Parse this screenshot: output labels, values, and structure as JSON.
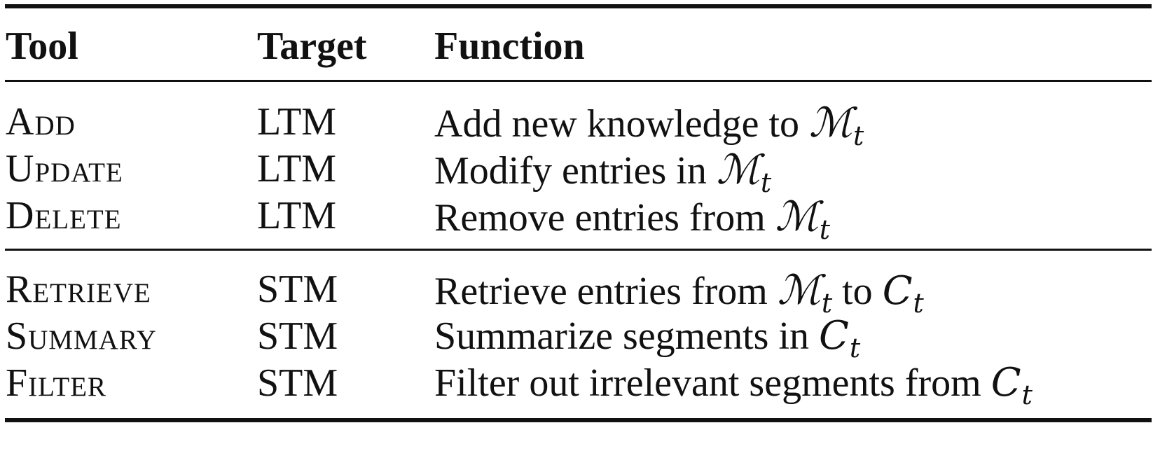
{
  "table": {
    "headers": {
      "tool": "Tool",
      "target": "Target",
      "function": "Function"
    },
    "groups": [
      {
        "rows": [
          {
            "tool": "Add",
            "target": "LTM",
            "function_text": "Add new knowledge to ",
            "math": [
              {
                "symbol": "M",
                "sub": "t"
              }
            ]
          },
          {
            "tool": "Update",
            "target": "LTM",
            "function_text": "Modify entries in ",
            "math": [
              {
                "symbol": "M",
                "sub": "t"
              }
            ]
          },
          {
            "tool": "Delete",
            "target": "LTM",
            "function_text": "Remove entries from ",
            "math": [
              {
                "symbol": "M",
                "sub": "t"
              }
            ]
          }
        ]
      },
      {
        "rows": [
          {
            "tool": "Retrieve",
            "target": "STM",
            "function_text": "Retrieve entries from ",
            "math": [
              {
                "symbol": "M",
                "sub": "t"
              }
            ],
            "function_mid": " to ",
            "math2": [
              {
                "symbol": "C",
                "sub": "t"
              }
            ]
          },
          {
            "tool": "Summary",
            "target": "STM",
            "function_text": "Summarize segments in ",
            "math": [
              {
                "symbol": "C",
                "sub": "t"
              }
            ]
          },
          {
            "tool": "Filter",
            "target": "STM",
            "function_text": "Filter out irrelevant segments from ",
            "math": [
              {
                "symbol": "C",
                "sub": "t"
              }
            ]
          }
        ]
      }
    ]
  }
}
